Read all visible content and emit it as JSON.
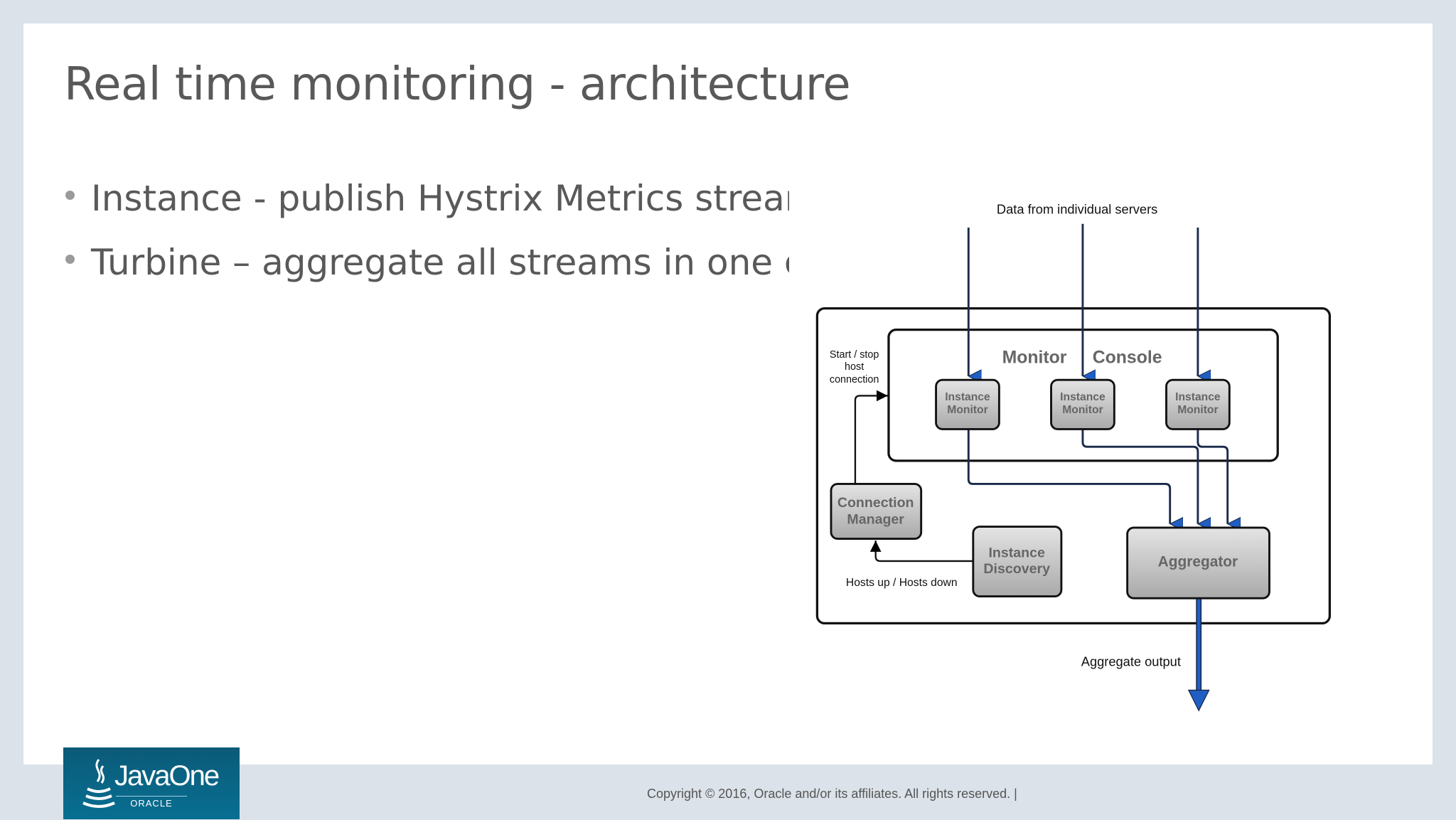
{
  "slide": {
    "title": "Real time monitoring - architecture",
    "bullets": [
      "Instance - publish Hystrix Metrics stream",
      "Turbine – aggregate all streams in one cluster"
    ]
  },
  "diagram": {
    "top_label": "Data from individual servers",
    "console_word1": "Monitor",
    "console_word2": "Console",
    "instance_monitor_line1": "Instance",
    "instance_monitor_line2": "Monitor",
    "start_stop": [
      "Start / stop",
      "host",
      "connection"
    ],
    "connection_manager": [
      "Connection",
      "Manager"
    ],
    "instance_discovery": [
      "Instance",
      "Discovery"
    ],
    "hosts_label": "Hosts up / Hosts down",
    "aggregator": "Aggregator",
    "output_label": "Aggregate output",
    "colors": {
      "arrow_blue": "#1f5fc4",
      "line_navy": "#1b2a4a"
    }
  },
  "footer": {
    "logo_text": "JavaOne",
    "logo_sub": "ORACLE",
    "copyright": "Copyright © 2016, Oracle and/or its affiliates. All rights reserved.  |"
  }
}
